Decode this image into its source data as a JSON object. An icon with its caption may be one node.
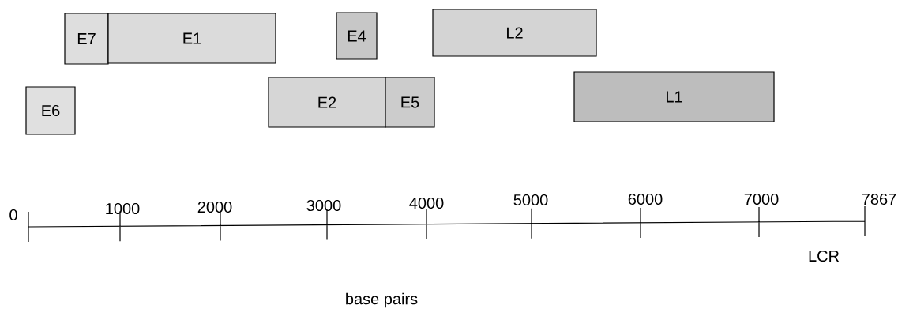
{
  "diagram": {
    "nodes": [
      {
        "text": [
          "E7"
        ]
      },
      {
        "text": [
          "E1"
        ]
      },
      {
        "text": [
          "E4"
        ]
      },
      {
        "text": [
          "L2"
        ]
      },
      {
        "text": [
          "E6"
        ]
      },
      {
        "text": [
          "E2"
        ]
      },
      {
        "text": [
          "E5"
        ]
      },
      {
        "text": [
          "L1"
        ]
      }
    ],
    "labels": [
      "0",
      "1000",
      "2000",
      "3000",
      "4000",
      "5000",
      "6000",
      "7000",
      "7867",
      "LCR",
      "base pairs"
    ]
  }
}
